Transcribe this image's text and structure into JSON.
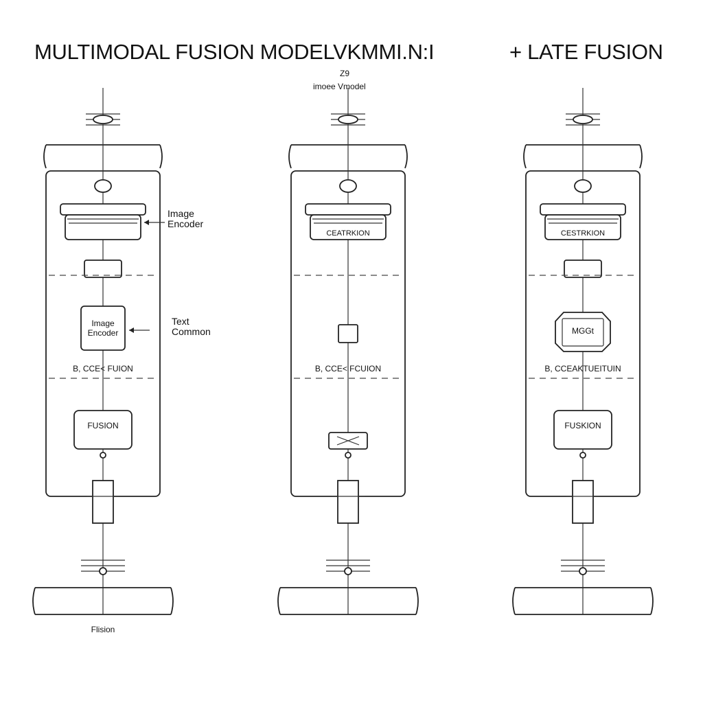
{
  "title_left": "MULTIMODAL FUSION MODELVKMMI.N:I",
  "title_right": "+ LATE FUSION",
  "middle_caption_top": "Z9",
  "middle_caption": "imoee Vmodel",
  "columns": [
    {
      "encoder_label": "",
      "module_label": [
        "Image",
        "Encoder"
      ],
      "fusion_label": "B, CCE< FUION",
      "bottom_box_label": "FUSION",
      "side_labels": [
        {
          "text": [
            "Image",
            "Encoder"
          ]
        },
        {
          "text": [
            "Text",
            "Common"
          ]
        }
      ],
      "footer": "Flision"
    },
    {
      "encoder_label": "CEATRKION",
      "module_label": [],
      "fusion_label": "B, CCE< FCUION",
      "bottom_box_label": "",
      "side_labels": [],
      "footer": ""
    },
    {
      "encoder_label": "CESTRKION",
      "module_label": [
        "MGGt"
      ],
      "fusion_label": "B, CCEAKTUEITUIN",
      "bottom_box_label": "FUSKION",
      "side_labels": [],
      "footer": ""
    }
  ]
}
